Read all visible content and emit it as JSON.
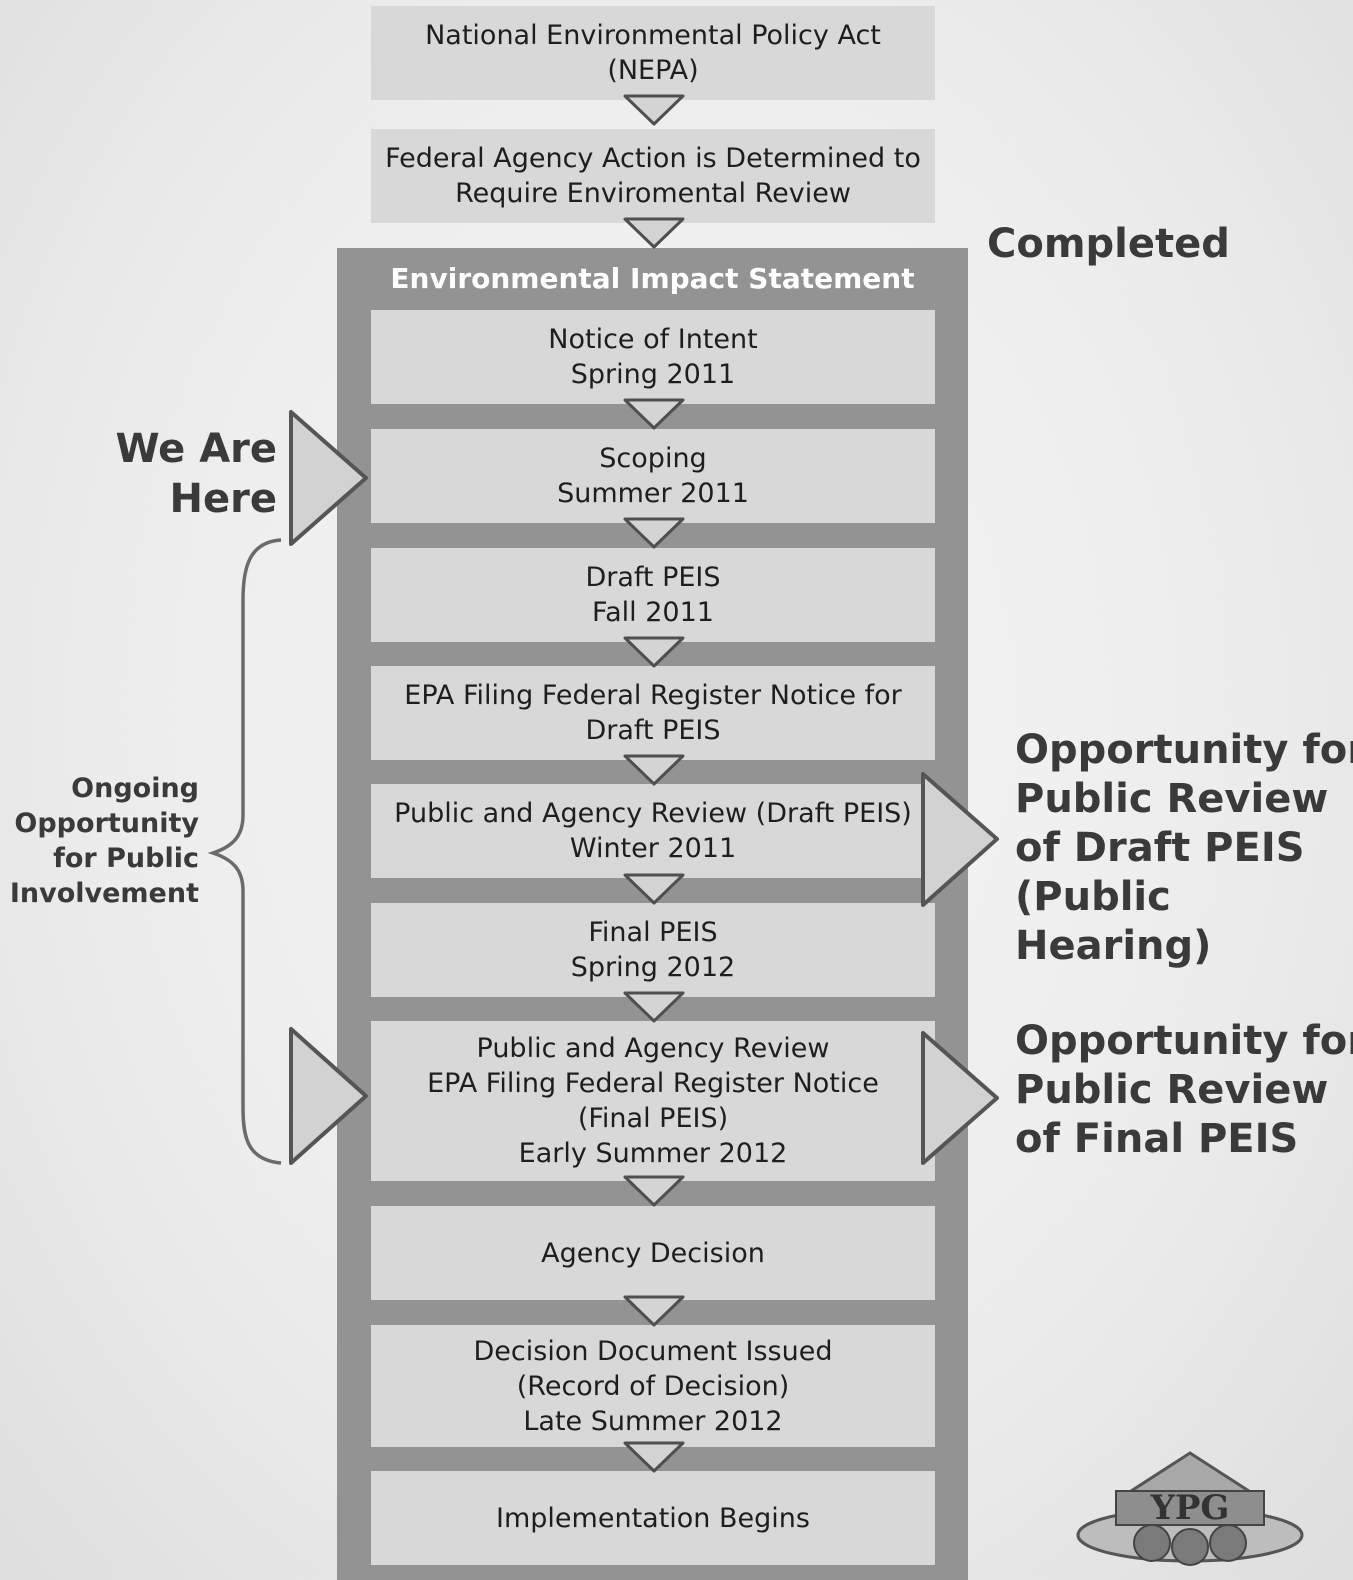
{
  "top_boxes": [
    {
      "lines": [
        "National Environmental Policy Act",
        "(NEPA)"
      ]
    },
    {
      "lines": [
        "Federal Agency Action is Determined to",
        "Require Enviromental Review"
      ]
    }
  ],
  "eis": {
    "title": "Environmental Impact Statement",
    "steps": [
      {
        "lines": [
          "Notice of Intent",
          "Spring 2011"
        ]
      },
      {
        "lines": [
          "Scoping",
          "Summer 2011"
        ]
      },
      {
        "lines": [
          "Draft PEIS",
          "Fall 2011"
        ]
      },
      {
        "lines": [
          "EPA Filing Federal Register Notice for",
          "Draft PEIS"
        ]
      },
      {
        "lines": [
          "Public and Agency Review (Draft PEIS)",
          "Winter 2011"
        ]
      },
      {
        "lines": [
          "Final PEIS",
          "Spring 2012"
        ]
      },
      {
        "lines": [
          "Public and Agency Review",
          "EPA Filing Federal Register Notice",
          "(Final PEIS)",
          "Early Summer 2012"
        ]
      },
      {
        "lines": [
          "Agency Decision"
        ]
      },
      {
        "lines": [
          "Decision Document Issued",
          "(Record of Decision)",
          "Late Summer 2012"
        ]
      },
      {
        "lines": [
          "Implementation Begins"
        ]
      }
    ]
  },
  "labels": {
    "completed": "Completed",
    "we_are_here": [
      "We Are",
      "Here"
    ],
    "ongoing": [
      "Ongoing",
      "Opportunity",
      "for Public",
      "Involvement"
    ],
    "draft_review": [
      "Opportunity for",
      "Public Review",
      "of Draft PEIS",
      "(Public",
      "Hearing)"
    ],
    "final_review": [
      "Opportunity for",
      "Public Review",
      "of Final PEIS"
    ]
  },
  "logo": {
    "text": "YPG",
    "icon": "ypg-emblem-icon"
  },
  "colors": {
    "box": "#d8d8d8",
    "panel": "#939393",
    "callout_text": "#3a3a3a",
    "arrow_fill": "#d2d2d2",
    "arrow_stroke": "#4f4f4f"
  }
}
